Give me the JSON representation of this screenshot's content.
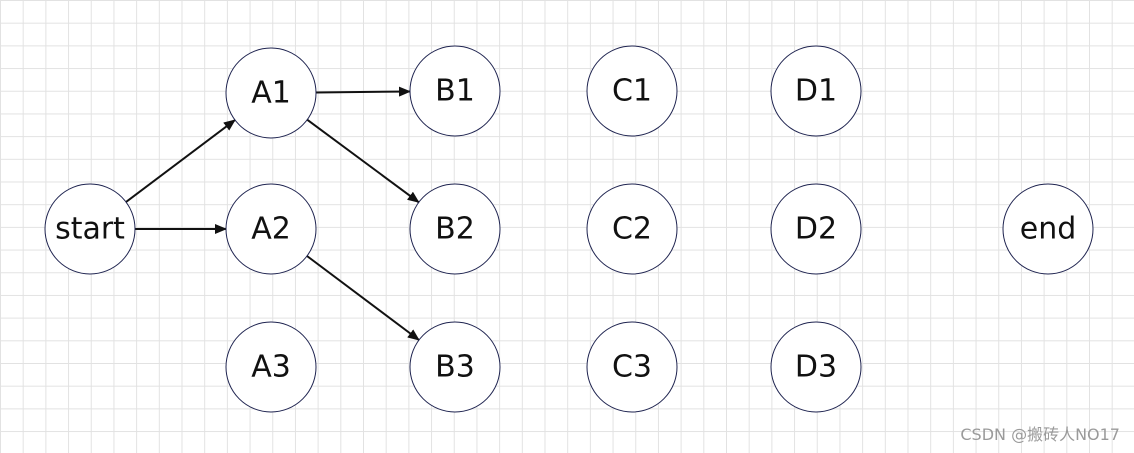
{
  "nodes": [
    {
      "id": "start",
      "label": "start"
    },
    {
      "id": "A1",
      "label": "A1"
    },
    {
      "id": "A2",
      "label": "A2"
    },
    {
      "id": "A3",
      "label": "A3"
    },
    {
      "id": "B1",
      "label": "B1"
    },
    {
      "id": "B2",
      "label": "B2"
    },
    {
      "id": "B3",
      "label": "B3"
    },
    {
      "id": "C1",
      "label": "C1"
    },
    {
      "id": "C2",
      "label": "C2"
    },
    {
      "id": "C3",
      "label": "C3"
    },
    {
      "id": "D1",
      "label": "D1"
    },
    {
      "id": "D2",
      "label": "D2"
    },
    {
      "id": "D3",
      "label": "D3"
    },
    {
      "id": "end",
      "label": "end"
    }
  ],
  "edges": [
    {
      "from": "start",
      "to": "A1"
    },
    {
      "from": "start",
      "to": "A2"
    },
    {
      "from": "A1",
      "to": "B1"
    },
    {
      "from": "A1",
      "to": "B2"
    },
    {
      "from": "A2",
      "to": "B3"
    }
  ],
  "watermark": "CSDN @搬砖人NO17",
  "colors": {
    "node_stroke": "#1f2450",
    "edge": "#111111",
    "grid": "#e2e2e2",
    "watermark": "#9a9a9a"
  }
}
